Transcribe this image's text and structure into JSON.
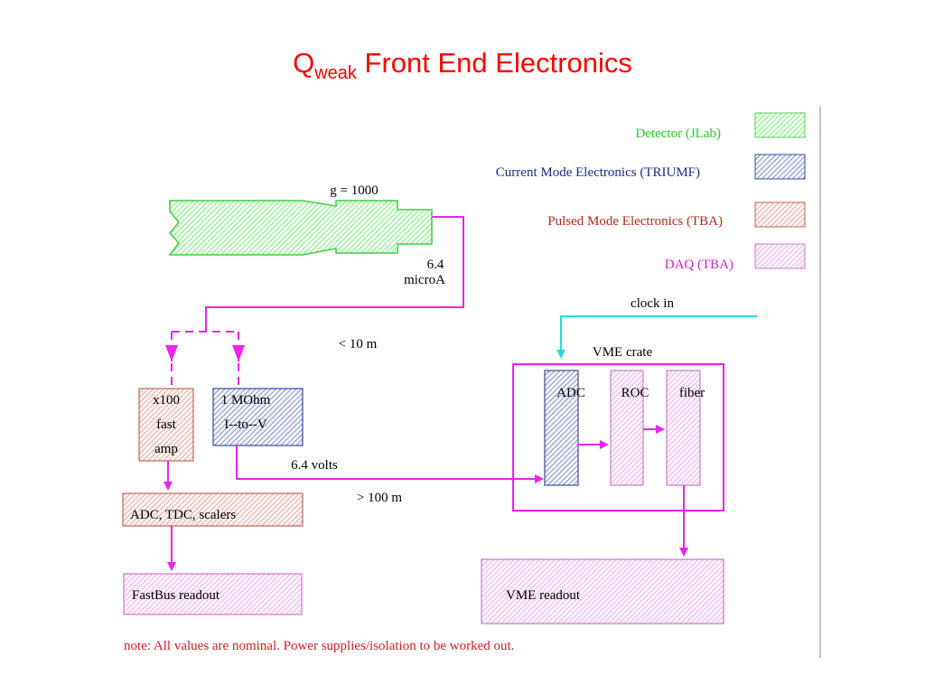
{
  "title": {
    "main": "Q",
    "sub": "weak",
    "rest": " Front End Electronics"
  },
  "legend": [
    {
      "label": "Detector (JLab)",
      "color": "#22cc22"
    },
    {
      "label": "Current Mode Electronics (TRIUMF)",
      "color": "#1a2a8a"
    },
    {
      "label": "Pulsed Mode Electronics (TBA)",
      "color": "#b02a1a"
    },
    {
      "label": "DAQ (TBA)",
      "color": "#cc22cc"
    }
  ],
  "detector": {
    "gain": "g = 1000",
    "current_value": "6.4",
    "current_unit": "microA"
  },
  "distances": {
    "short": "< 10 m",
    "long": "> 100 m"
  },
  "blocks": {
    "fast_amp": [
      "x100",
      "fast",
      "amp"
    ],
    "i_to_v": [
      "1 MOhm",
      "I--to--V"
    ],
    "adc_tdc": "ADC, TDC, scalers",
    "fastbus": "FastBus readout",
    "vme_readout": "VME readout",
    "vme_crate": "VME crate",
    "adc": "ADC",
    "roc": "ROC",
    "fiber": "fiber"
  },
  "signals": {
    "volts": "6.4 volts",
    "clock": "clock in"
  },
  "note": "note: All values are nominal. Power supplies/isolation to be worked out.",
  "colors": {
    "title": "#ff0000",
    "signal": "#ee22ee",
    "clock": "#22dddd",
    "note": "#cc2222"
  }
}
